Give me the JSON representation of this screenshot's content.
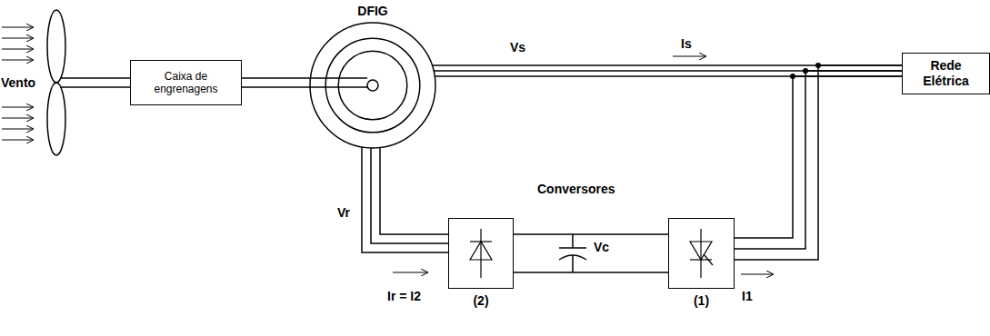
{
  "diagram": {
    "nodes": [
      {
        "text": [
          "Caixa de engrenagens"
        ]
      },
      {
        "text": [
          "DFIG"
        ]
      },
      {
        "text": [
          "Rede Elétrica"
        ]
      },
      {
        "text": [
          "(2)"
        ]
      },
      {
        "text": [
          "(1)"
        ]
      }
    ],
    "edges": [
      {
        "from": 0,
        "to": 1,
        "arrow": "none"
      },
      {
        "from": 1,
        "to": 2,
        "arrow": "none"
      },
      {
        "from": 1,
        "to": 3,
        "arrow": "none"
      },
      {
        "from": 3,
        "to": 4,
        "arrow": "none"
      },
      {
        "from": 4,
        "to": 2,
        "arrow": "none"
      }
    ],
    "labels": [
      "Vento",
      "Vs",
      "Is",
      "Conversores",
      "Vc",
      "Vr",
      "Ir = I2",
      "I1"
    ]
  }
}
